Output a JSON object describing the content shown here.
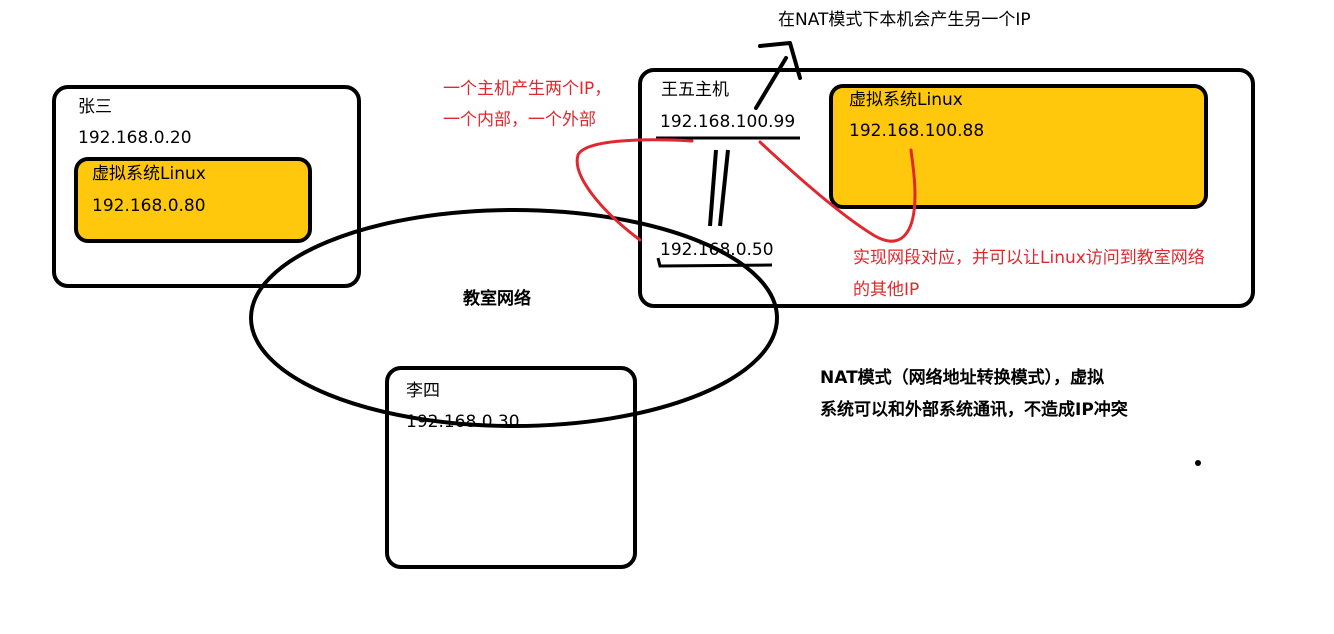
{
  "top_note": "在NAT模式下本机会产生另一个IP",
  "zhangsan": {
    "name": "张三",
    "ip": "192.168.0.20",
    "vm": {
      "label": "虚拟系统Linux",
      "ip": "192.168.0.80"
    }
  },
  "wangwu": {
    "name": "王五主机",
    "ip_internal": "192.168.100.99",
    "ip_external": "192.168.0.50",
    "vm": {
      "label": "虚拟系统Linux",
      "ip": "192.168.100.88"
    }
  },
  "lisi": {
    "name": "李四",
    "ip": "192.168.0.30"
  },
  "network": {
    "label": "教室网络"
  },
  "annotations": {
    "two_ips_line1": "一个主机产生两个IP，",
    "two_ips_line2": "一个内部，一个外部",
    "mapping_line1": "实现网段对应，并可以让Linux访问到教室网络",
    "mapping_line2": "的其他IP"
  },
  "nat_note": {
    "line1": "NAT模式（网络地址转换模式），虚拟",
    "line2": "系统可以和外部系统通讯，不造成IP冲突"
  },
  "colors": {
    "vm_fill": "#ffc80c",
    "annotation_red": "#e0282e",
    "outline": "#000000"
  }
}
